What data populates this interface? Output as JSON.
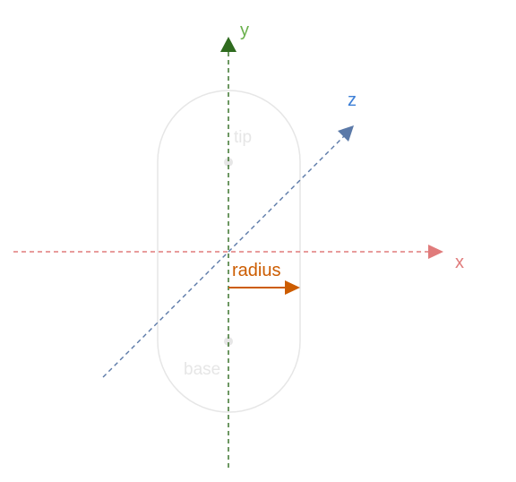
{
  "diagram": {
    "axes": {
      "x": {
        "label": "x",
        "color": "#e07b7b"
      },
      "y": {
        "label": "y",
        "color": "#6ab04c",
        "line_color": "#2f6b1f"
      },
      "z": {
        "label": "z",
        "color": "#3d7fd6",
        "line_color": "#5b79a8"
      }
    },
    "capsule": {
      "stroke": "#e6e6e6",
      "tip_label": "tip",
      "base_label": "base",
      "point_color": "#e6e6e6"
    },
    "radius": {
      "label": "radius",
      "color": "#cc5c00"
    }
  }
}
